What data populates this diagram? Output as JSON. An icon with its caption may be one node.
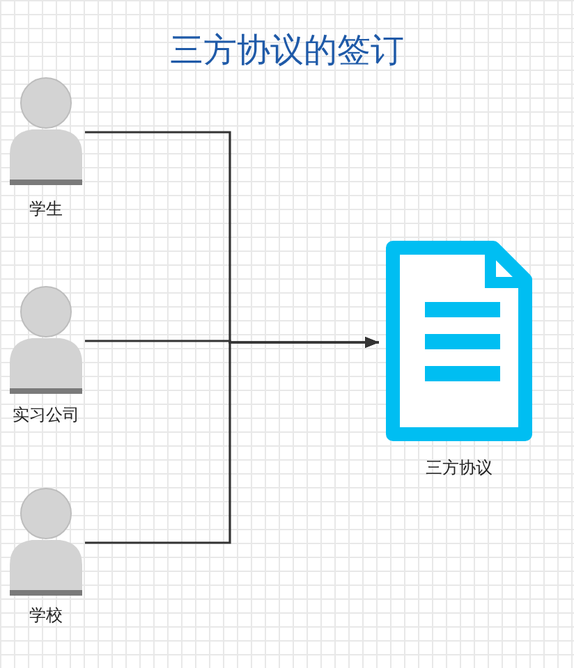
{
  "diagram": {
    "title": "三方协议的签订",
    "nodes": [
      {
        "text": [
          "学生"
        ]
      },
      {
        "text": [
          "实习公司"
        ]
      },
      {
        "text": [
          "学校"
        ]
      },
      {
        "text": [
          "三方协议"
        ]
      }
    ],
    "edges": [
      {
        "from": 0,
        "to": 3,
        "arrow": "to"
      },
      {
        "from": 1,
        "to": 3,
        "arrow": "to"
      },
      {
        "from": 2,
        "to": 3,
        "arrow": "to"
      }
    ]
  }
}
